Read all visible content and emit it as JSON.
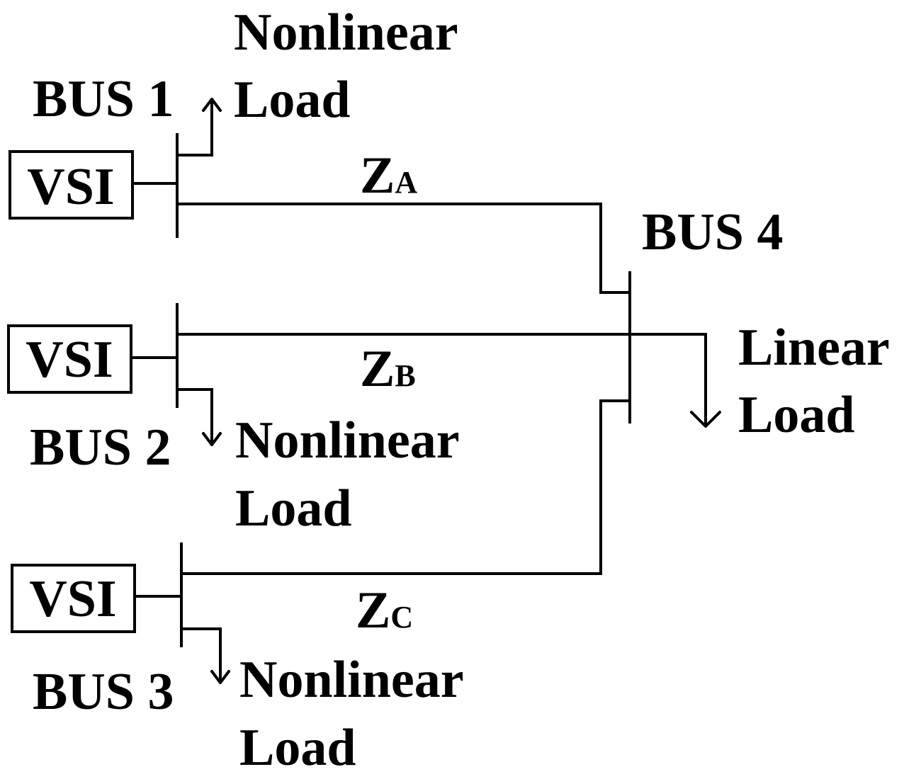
{
  "buses": [
    {
      "label": "BUS 1",
      "source": "VSI",
      "load_line1": "Nonlinear",
      "load_line2": "Load"
    },
    {
      "label": "BUS 2",
      "source": "VSI",
      "load_line1": "Nonlinear",
      "load_line2": "Load"
    },
    {
      "label": "BUS 3",
      "source": "VSI",
      "load_line1": "Nonlinear",
      "load_line2": "Load"
    },
    {
      "label": "BUS 4",
      "load_line1": "Linear",
      "load_line2": "Load"
    }
  ],
  "impedances": [
    {
      "main": "Z",
      "subscript": "A"
    },
    {
      "main": "Z",
      "subscript": "B"
    },
    {
      "main": "Z",
      "subscript": "C"
    }
  ],
  "colors": {
    "line": "#000000",
    "background": "#ffffff"
  }
}
